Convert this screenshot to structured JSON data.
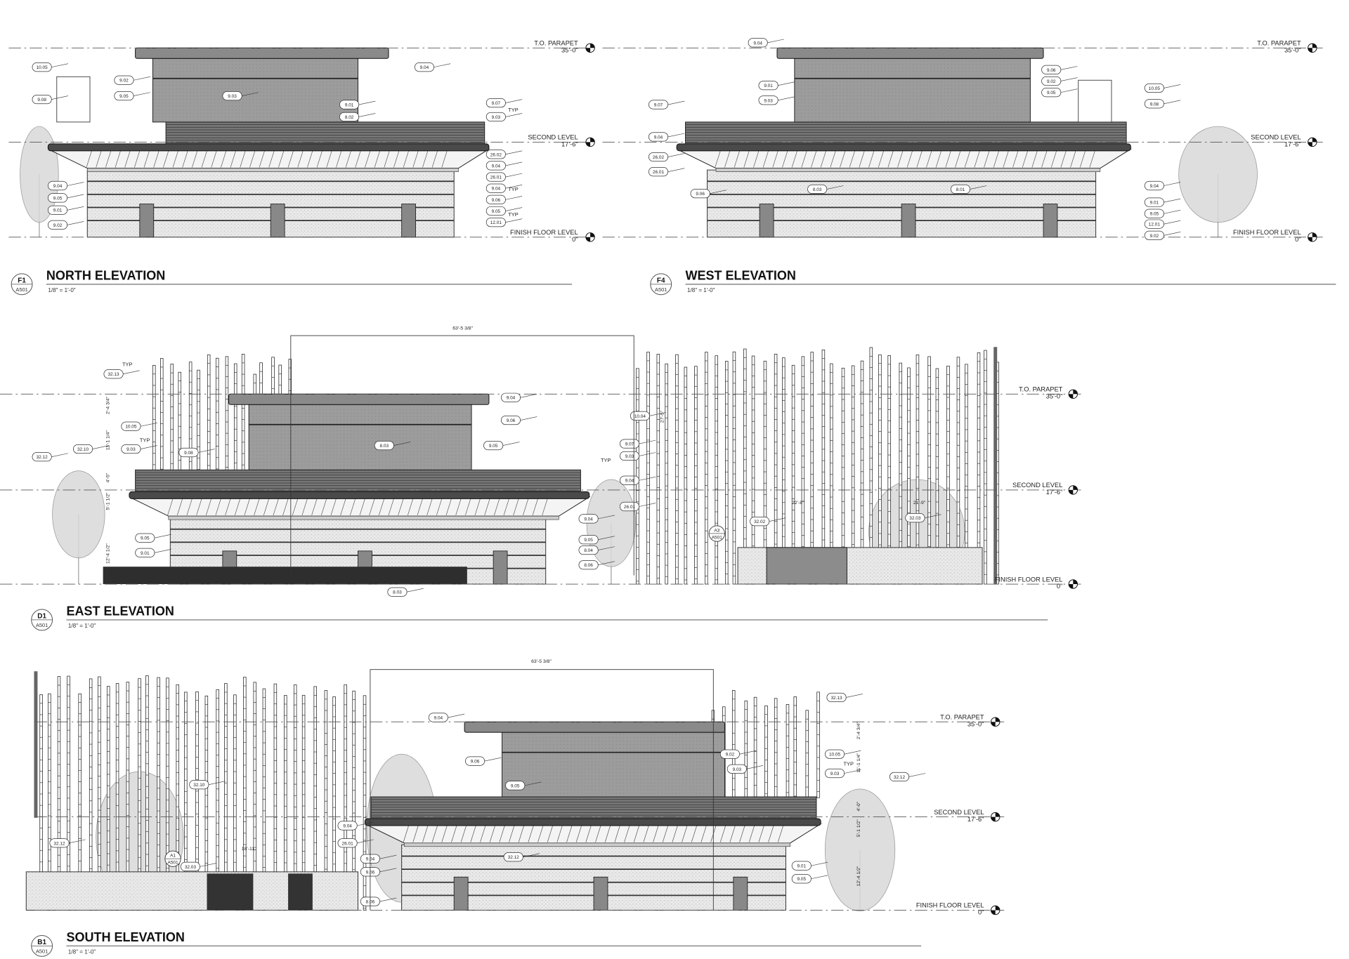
{
  "colors": {
    "ink": "#222222",
    "stucco": "#e6e6e6",
    "upper_wall": "#9a9a9a",
    "canopy": "#4a4a4a",
    "tree": "#d9d9d9",
    "brick": "#2e2e2e"
  },
  "levels": {
    "parapet": {
      "name": "T.O. PARAPET",
      "elev": "35'-0\""
    },
    "second": {
      "name": "SECOND LEVEL",
      "elev": "17'-6\""
    },
    "finish": {
      "name": "FINISH FLOOR LEVEL",
      "elev": "0\""
    }
  },
  "elevations": [
    {
      "id": "F1",
      "sheet": "A501",
      "title": "NORTH ELEVATION",
      "scale": "1/8\" = 1'-0\"",
      "keynotes": [
        "10.05",
        "9.02",
        "9.05",
        "9.08",
        "9.03",
        "9.04",
        "9.01",
        "8.02",
        "9.07",
        "9.03",
        "26.02",
        "9.04",
        "26.01",
        "9.04",
        "9.06",
        "9.05",
        "12.01",
        "9.04",
        "9.05",
        "9.01",
        "9.02"
      ],
      "typ": [
        "TYP",
        "TYP",
        "TYP"
      ],
      "dims": []
    },
    {
      "id": "F4",
      "sheet": "A501",
      "title": "WEST ELEVATION",
      "scale": "1/8\" = 1'-0\"",
      "keynotes": [
        "9.04",
        "9.01",
        "9.03",
        "9.07",
        "9.04",
        "26.02",
        "26.01",
        "9.06",
        "8.03",
        "8.01",
        "9.06",
        "9.02",
        "9.05",
        "10.05",
        "9.08",
        "9.04",
        "9.01",
        "9.05",
        "12.01",
        "9.02"
      ],
      "typ": [],
      "dims": []
    },
    {
      "id": "D1",
      "sheet": "A501",
      "title": "EAST ELEVATION",
      "scale": "1/8\" = 1'-0\"",
      "keynotes": [
        "32.13",
        "10.05",
        "32.10",
        "32.12",
        "9.03",
        "9.08",
        "8.03",
        "9.04",
        "9.06",
        "9.05",
        "10.04",
        "9.07",
        "9.03",
        "9.04",
        "26.01",
        "9.04",
        "9.05",
        "8.04",
        "8.06",
        "9.05",
        "9.01",
        "8.03",
        "32.02",
        "32.03"
      ],
      "typ": [
        "TYP",
        "TYP",
        "TYP"
      ],
      "dims": [
        "63'-5 3/8\"",
        "2'-4 3/4\"",
        "11'-1 1/4\"",
        "4'-5\"",
        "5'-1 1/2\"",
        "12'-4 1/2\"",
        "22'-8\"",
        "21'-9\"",
        "27'-5\""
      ],
      "refs": [
        {
          "num": "A3",
          "sheet": "A501"
        }
      ]
    },
    {
      "id": "B1",
      "sheet": "A501",
      "title": "SOUTH ELEVATION",
      "scale": "1/8\" = 1'-0\"",
      "keynotes": [
        "9.04",
        "9.06",
        "9.05",
        "32.13",
        "9.02",
        "9.03",
        "10.05",
        "9.03",
        "32.12",
        "32.10",
        "9.04",
        "26.01",
        "32.12",
        "32.03",
        "9.04",
        "9.06",
        "8.06",
        "32.12",
        "9.01",
        "9.05"
      ],
      "typ": [
        "TYP"
      ],
      "dims": [
        "63'-5 3/8\"",
        "2'-4 3/4\"",
        "11'-1 1/4\"",
        "4'-0\"",
        "5'-1 1/2\"",
        "12'-4 1/2\"",
        "18'-11\""
      ],
      "refs": [
        {
          "num": "A1",
          "sheet": "A501"
        }
      ]
    }
  ]
}
